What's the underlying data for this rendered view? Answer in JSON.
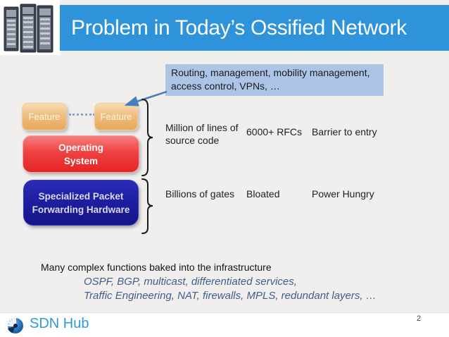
{
  "slide": {
    "title": "Problem in Today’s Ossified Network",
    "page_number": "2",
    "brand": "SDN Hub"
  },
  "callout": {
    "text": "Routing, management, mobility management, access control, VPNs, …"
  },
  "stack": {
    "features": [
      "Feature",
      "Feature"
    ],
    "operating_system": "Operating System",
    "hardware": "Specialized Packet Forwarding Hardware"
  },
  "annotations": {
    "software_row": [
      "Million of lines of source code",
      "6000+ RFCs",
      "Barrier to entry"
    ],
    "hardware_row": [
      "Billions of gates",
      "Bloated",
      "Power Hungry"
    ]
  },
  "bottom": {
    "heading": "Many complex functions baked into the infrastructure",
    "examples_line1": "OSPF, BGP, multicast, differentiated services,",
    "examples_line2": "Traffic Engineering, NAT, firewalls, MPLS, redundant layers, …"
  },
  "icons": {
    "top_left": "server-racks-image",
    "callout_pointer": "arrow-icon",
    "grouping": "curly-brace-icon",
    "logo": "sdnhub-pinwheel-logo-icon"
  },
  "colors": {
    "header_blue": "#2E93DA",
    "callout_bg": "#ACC5E6",
    "arrow_blue": "#4A7EBB",
    "feature_orange": "#E8A85C",
    "os_red": "#E93030",
    "hw_navy": "#1C1C9E",
    "italic_text_blue": "#3F5E8C",
    "brand_blue": "#2E9BD9"
  }
}
